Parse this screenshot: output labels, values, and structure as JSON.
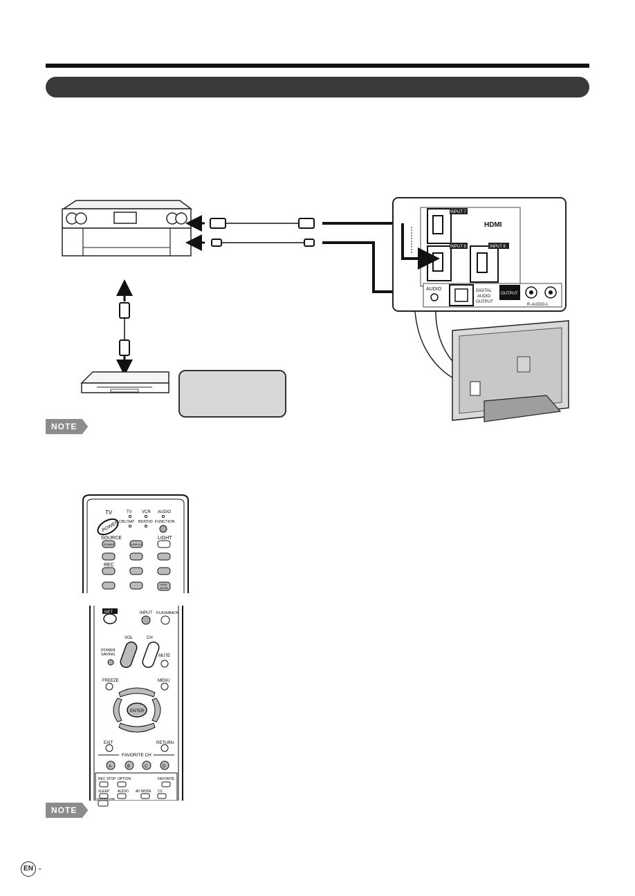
{
  "notes": {
    "label": "NOTE"
  },
  "hdmi_panel": {
    "input7": "INPUT 7",
    "input6": "INPUT 6",
    "input8": "INPUT 8",
    "brand": "HDMI",
    "audio": "AUDIO",
    "digital_audio_output": [
      "DIGITAL",
      "AUDIO",
      "OUTPUT"
    ],
    "output": "OUTPUT",
    "r_audio_l": "R-AUDIO-L"
  },
  "remote_top": {
    "tv": "TV",
    "tv_small": "TV",
    "vcr": "VCR",
    "audio": "AUDIO",
    "cbl_sat": "CBL/SAT",
    "bd_dvd": "BD/DVD",
    "function": "FUNCTION",
    "power": "POWER",
    "source": "SOURCE",
    "source_power": "POWER",
    "display": "DISPLAY",
    "light": "LIGHT",
    "rec": "REC",
    "view_mode": [
      "VIEW",
      "MODE"
    ]
  },
  "remote_bottom": {
    "net": "NET",
    "input": "INPUT",
    "flashback": "FLASHBACK",
    "vol": "VOL",
    "ch": "CH",
    "power_saving": [
      "POWER",
      "SAVING"
    ],
    "mute": "MUTE",
    "freeze": "FREEZE",
    "menu": "MENU",
    "enter": "ENTER",
    "exit": "EXIT",
    "return": "RETURN",
    "favorite_ch": "FAVORITE CH",
    "fav_a": "A",
    "fav_b": "B",
    "fav_c": "C",
    "fav_d": "D",
    "rec_stop": "REC STOP",
    "option": "OPTION",
    "favorite": "FAVORITE",
    "sleep": "SLEEP",
    "audio": "AUDIO",
    "av_mode": "AV MODE",
    "cc": "CC",
    "surround": "SURROUND"
  },
  "footer": {
    "lang": "EN",
    "dash": "-"
  }
}
